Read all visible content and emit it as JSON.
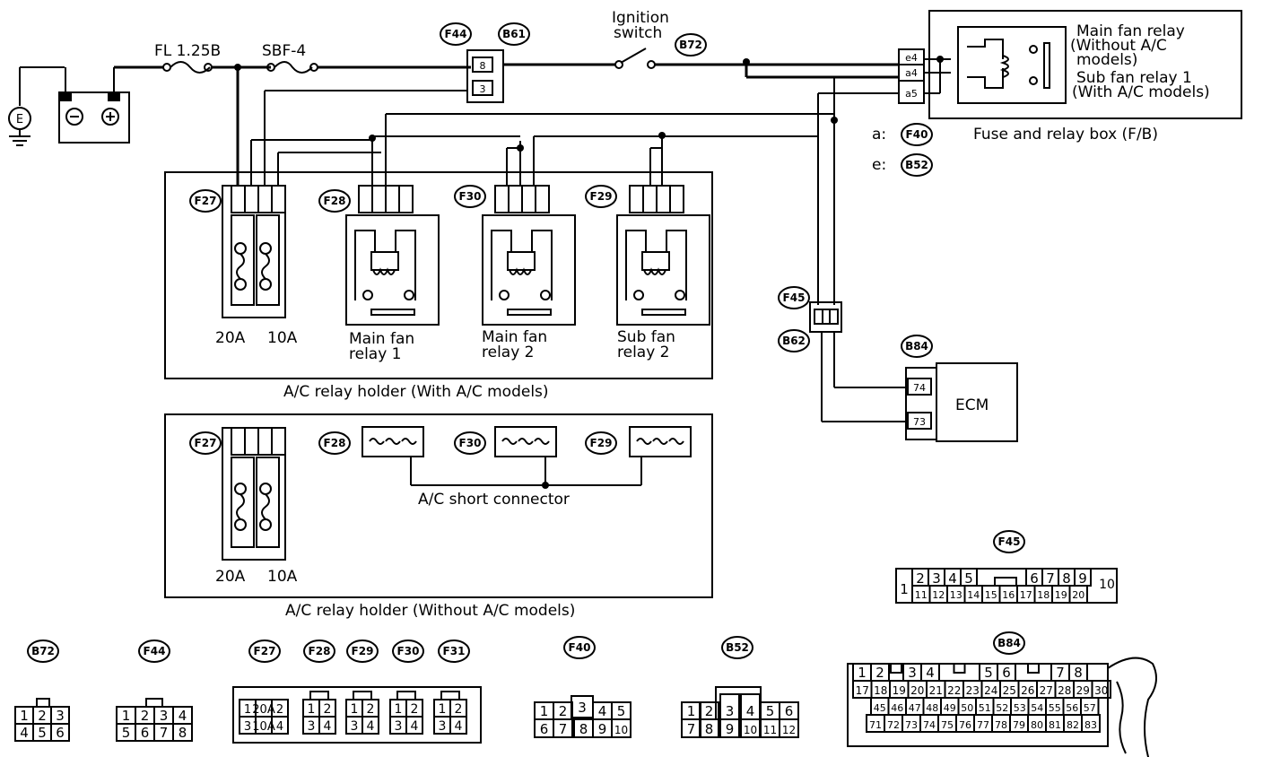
{
  "power": {
    "ground_symbol": "E",
    "fuse1": "FL 1.25B",
    "fuse2": "SBF-4",
    "ignition": [
      "Ignition",
      "switch"
    ]
  },
  "connectors": {
    "f44": "F44",
    "b61": "B61",
    "b72": "B72",
    "f27": "F27",
    "f28": "F28",
    "f29": "F29",
    "f30": "F30",
    "f31": "F31",
    "f40": "F40",
    "b52": "B52",
    "f45": "F45",
    "b62": "B62",
    "b84": "B84"
  },
  "joint_pins": [
    "8",
    "3"
  ],
  "fuse_box": {
    "relay_text": [
      "Main fan relay",
      "(Without A/C",
      "models)",
      "Sub fan relay 1",
      "(With A/C models)"
    ],
    "pins": [
      "e4",
      "a4",
      "a5"
    ],
    "title": "Fuse and relay box (F/B)",
    "legend_a": "a:",
    "legend_e": "e:"
  },
  "holder_with": {
    "fuse_labels": [
      "20A",
      "10A"
    ],
    "relay1": [
      "Main fan",
      "relay 1"
    ],
    "relay2": [
      "Main fan",
      "relay 2"
    ],
    "relay3": [
      "Sub fan",
      "relay 2"
    ],
    "title": "A/C relay holder (With A/C models)"
  },
  "holder_without": {
    "fuse_labels": [
      "20A",
      "10A"
    ],
    "short_connector": "A/C short connector",
    "title": "A/C relay holder (Without A/C models)"
  },
  "ecm": {
    "label": "ECM",
    "pins": [
      "74",
      "73"
    ]
  },
  "pinouts": {
    "f45": {
      "left": "1",
      "right": "10",
      "top": [
        "2",
        "3",
        "4",
        "5",
        "6",
        "7",
        "8",
        "9"
      ],
      "bottom": [
        "11",
        "12",
        "13",
        "14",
        "15",
        "16",
        "17",
        "18",
        "19",
        "20"
      ]
    },
    "b84": {
      "row1": [
        "1",
        "2",
        "3",
        "4",
        "5",
        "6",
        "7",
        "8"
      ],
      "row2": [
        "17",
        "18",
        "19",
        "20",
        "21",
        "22",
        "23",
        "24",
        "25",
        "26",
        "27",
        "28",
        "29",
        "30"
      ],
      "row3": [
        "45",
        "46",
        "47",
        "48",
        "49",
        "50",
        "51",
        "52",
        "53",
        "54",
        "55",
        "56",
        "57"
      ],
      "row4": [
        "71",
        "72",
        "73",
        "74",
        "75",
        "76",
        "77",
        "78",
        "79",
        "80",
        "81",
        "82",
        "83"
      ]
    },
    "b72": {
      "top": [
        "1",
        "2",
        "3"
      ],
      "bottom": [
        "4",
        "5",
        "6"
      ]
    },
    "f44": {
      "top": [
        "1",
        "2",
        "3",
        "4"
      ],
      "bottom": [
        "5",
        "6",
        "7",
        "8"
      ]
    },
    "f27": {
      "top": [
        "1",
        "20A",
        "2"
      ],
      "bottom": [
        "3",
        "10A",
        "4"
      ]
    },
    "relay_plug": {
      "top": [
        "1",
        "2"
      ],
      "bottom": [
        "3",
        "4"
      ]
    },
    "f40": {
      "top": [
        "1",
        "2",
        "3",
        "4",
        "5"
      ],
      "bottom": [
        "6",
        "7",
        "8",
        "9",
        "10"
      ]
    },
    "b52": {
      "top": [
        "1",
        "2",
        "3",
        "4",
        "5",
        "6"
      ],
      "bottom": [
        "7",
        "8",
        "9",
        "10",
        "11",
        "12"
      ]
    }
  }
}
